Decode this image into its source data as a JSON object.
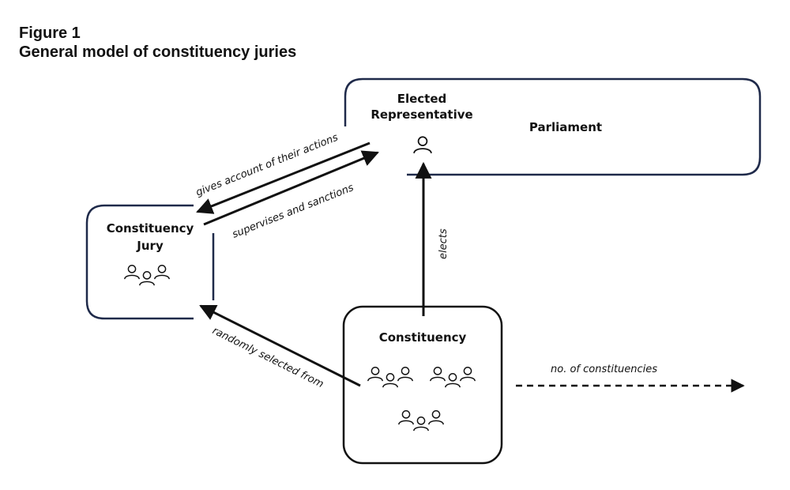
{
  "figure": {
    "number": "Figure 1",
    "title": "General model of constituency juries"
  },
  "nodes": {
    "parliament": "Parliament",
    "representative_line1": "Elected",
    "representative_line2": "Representative",
    "jury_line1": "Constituency",
    "jury_line2": "Jury",
    "constituency": "Constituency"
  },
  "edges": {
    "gives_account": "gives account of their actions",
    "supervises": "supervises and sanctions",
    "elects": "elects",
    "randomly_selected": "randomly selected from",
    "no_constituencies": "no. of constituencies"
  },
  "colors": {
    "box_border": "#1f2a4a",
    "arrow": "#111111"
  },
  "icons": {
    "person": "person-icon",
    "group": "group-icon"
  }
}
